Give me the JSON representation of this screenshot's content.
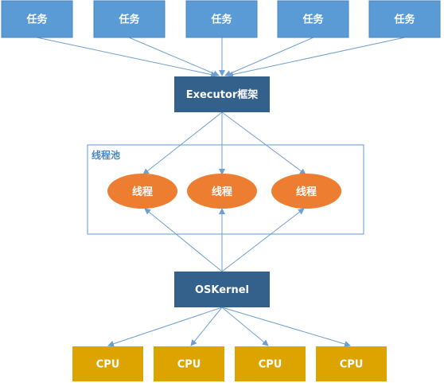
{
  "colors": {
    "task": "#5b9bd5",
    "task_border": "#4a86c0",
    "executor": "#34618c",
    "kernel": "#34618c",
    "thread": "#ed7d31",
    "cpu": "#dda400",
    "pool_border": "#5b9bd5",
    "pool_label": "#4a86c0",
    "edge": "#6f9fd0"
  },
  "tasks": [
    {
      "label": "任务"
    },
    {
      "label": "任务"
    },
    {
      "label": "任务"
    },
    {
      "label": "任务"
    },
    {
      "label": "任务"
    }
  ],
  "executor": {
    "label": "Executor框架"
  },
  "thread_pool": {
    "label": "线程池",
    "threads": [
      {
        "label": "线程"
      },
      {
        "label": "线程"
      },
      {
        "label": "线程"
      }
    ]
  },
  "kernel": {
    "label": "OSKernel"
  },
  "cpus": [
    {
      "label": "CPU"
    },
    {
      "label": "CPU"
    },
    {
      "label": "CPU"
    },
    {
      "label": "CPU"
    }
  ]
}
